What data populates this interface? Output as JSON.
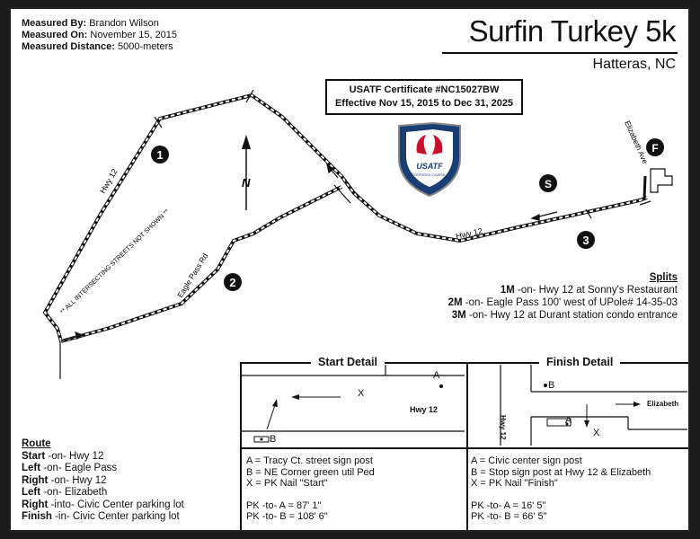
{
  "measured": {
    "by_label": "Measured By:",
    "by_value": "Brandon Wilson",
    "on_label": "Measured On:",
    "on_value": "November 15, 2015",
    "distance_label": "Measured Distance:",
    "distance_value": "5000-meters"
  },
  "title": "Surfin Turkey 5k",
  "location": "Hatteras, NC",
  "certificate": {
    "line1": "USATF Certificate #NC15027BW",
    "line2": "Effective Nov 15, 2015 to Dec 31, 2025"
  },
  "logo": {
    "name": "USATF",
    "sub": "CERTIFIED COURSE"
  },
  "map_labels": {
    "hwy12_left": "Hwy 12",
    "hwy12_right": "Hwy 12",
    "eagle_pass": "Eagle Pass Rd",
    "elizabeth": "Elizabeth Ave",
    "note": "** ALL INTERSECTING STREETS NOT SHOWN **",
    "north": "N"
  },
  "markers": {
    "m1": "1",
    "m2": "2",
    "m3": "3",
    "start": "S",
    "finish": "F"
  },
  "splits": {
    "title": "Splits",
    "rows": [
      {
        "mile": "1M",
        "text": " -on- Hwy 12 at Sonny's Restaurant"
      },
      {
        "mile": "2M",
        "text": " -on- Eagle Pass 100' west of UPole# 14-35-03"
      },
      {
        "mile": "3M",
        "text": " -on- Hwy 12 at Durant station condo entrance"
      }
    ]
  },
  "route": {
    "title": "Route",
    "rows": [
      {
        "dir": "Start",
        "text": " -on- Hwy 12"
      },
      {
        "dir": "Left",
        "text": " -on- Eagle Pass"
      },
      {
        "dir": "Right",
        "text": " -on- Hwy 12"
      },
      {
        "dir": "Left",
        "text": " -on- Elizabeth"
      },
      {
        "dir": "Right",
        "text": " -into- Civic Center parking lot"
      },
      {
        "dir": "Finish",
        "text": " -in- Civic Center parking lot"
      }
    ]
  },
  "start_detail": {
    "title": "Start Detail",
    "a": "A",
    "b": "B",
    "x": "X",
    "road": "Hwy 12",
    "notes": [
      "A = Tracy Ct. street sign post",
      "B = NE Corner green util Ped",
      "X = PK Nail \"Start\""
    ],
    "pk": [
      "PK -to- A = 87' 1\"",
      "PK -to- B = 108' 6\""
    ]
  },
  "finish_detail": {
    "title": "Finish Detail",
    "a": "A",
    "b": "B",
    "x": "X",
    "road_v": "Hwy 12",
    "road_h": "Elizabeth",
    "notes": [
      "A = Civic center sign post",
      "B = Stop sign post at Hwy 12 & Elizabeth",
      "X = PK Nail \"Finish\""
    ],
    "pk": [
      "PK -to- A = 16' 5\"",
      "PK -to- B = 66' 5\""
    ]
  }
}
